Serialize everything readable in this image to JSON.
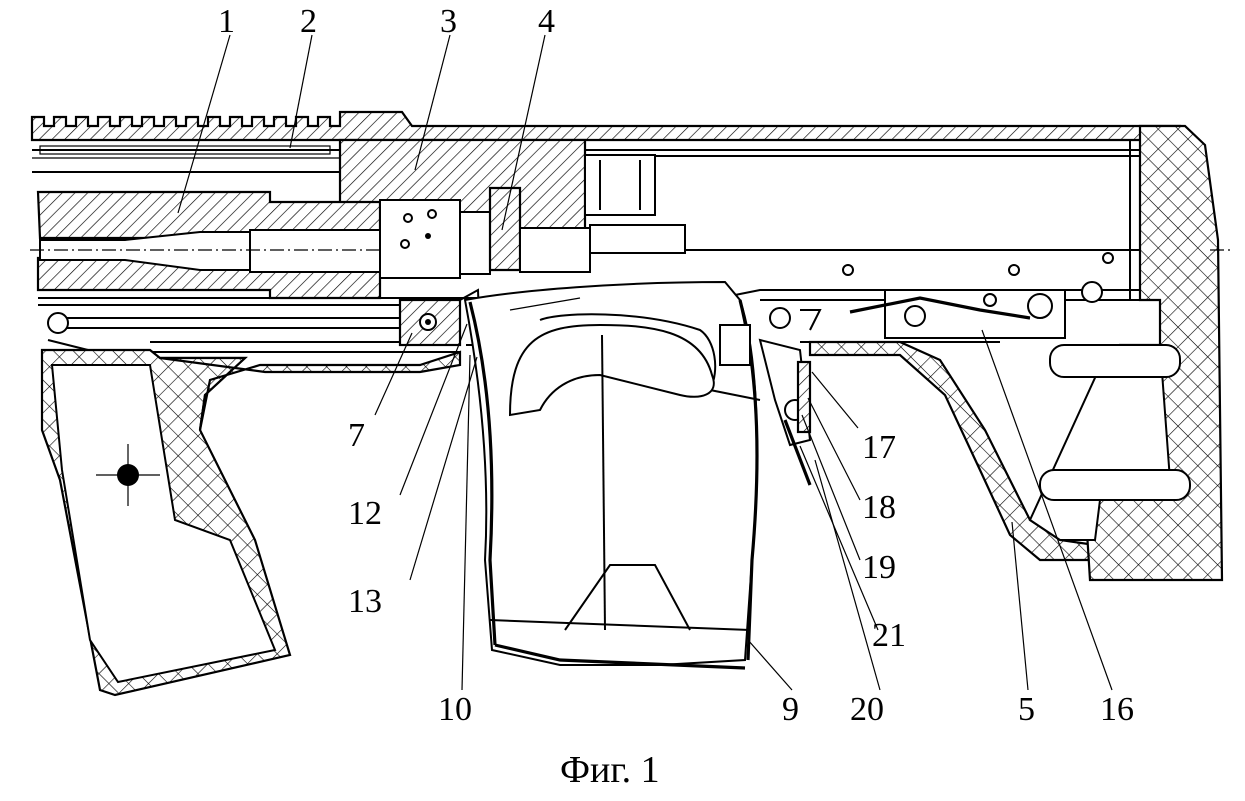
{
  "figure": {
    "caption": "Фиг. 1",
    "callouts": [
      {
        "id": "c1",
        "text": "1"
      },
      {
        "id": "c2",
        "text": "2"
      },
      {
        "id": "c3",
        "text": "3"
      },
      {
        "id": "c4",
        "text": "4"
      },
      {
        "id": "c7",
        "text": "7"
      },
      {
        "id": "c12",
        "text": "12"
      },
      {
        "id": "c13",
        "text": "13"
      },
      {
        "id": "c10",
        "text": "10"
      },
      {
        "id": "c9",
        "text": "9"
      },
      {
        "id": "c17",
        "text": "17"
      },
      {
        "id": "c18",
        "text": "18"
      },
      {
        "id": "c19",
        "text": "19"
      },
      {
        "id": "c21",
        "text": "21"
      },
      {
        "id": "c20",
        "text": "20"
      },
      {
        "id": "c5",
        "text": "5"
      },
      {
        "id": "c16",
        "text": "16"
      }
    ]
  }
}
